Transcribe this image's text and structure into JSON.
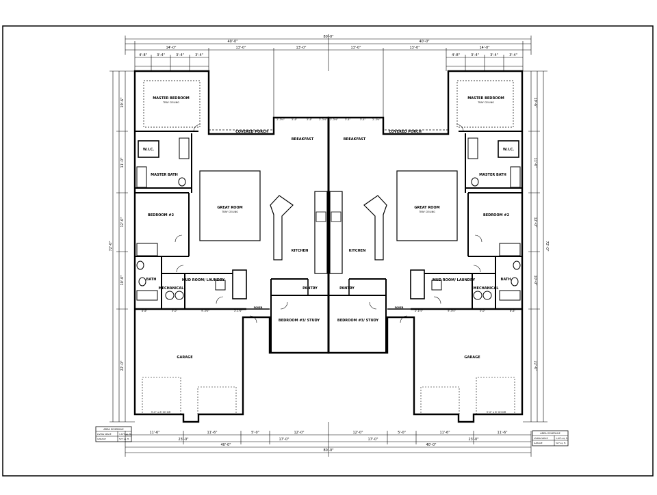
{
  "plan": {
    "overall_top": "80'-0\"",
    "overall_bottom": "80'-0\"",
    "half_width": "40'-0\"",
    "top_segments_left": [
      "14'-0\"",
      "13'-0\"",
      "13'-0\""
    ],
    "top_segments_right": [
      "13'-0\"",
      "13'-0\"",
      "14'-0\""
    ],
    "top_small_left": [
      "4'-8\"",
      "3'-4\"",
      "3'-4\"",
      "3'-4\""
    ],
    "top_small_right": [
      "4'-8\"",
      "3'-4\"",
      "3'-4\"",
      "3'-4\""
    ],
    "porch_dims": [
      "2'-3½\"",
      "3'-4\"",
      "3'-4\"",
      "2'-3½\""
    ],
    "bottom_segments_left": [
      "11'-6\"",
      "11'-6\"",
      "5'-0\"",
      "12'-0\""
    ],
    "bottom_segments_right": [
      "12'-0\"",
      "5'-0\"",
      "11'-6\"",
      "11'-6\""
    ],
    "bottom_mid_left": [
      "23'-0\"",
      "17'-0\""
    ],
    "bottom_mid_right": [
      "17'-0\"",
      "23'-0\""
    ],
    "side_dims_left": [
      "19'-6\"",
      "11'-0\"",
      "12'-0\"",
      "10'-0\"",
      "22'-0\""
    ],
    "side_dims_right": [
      "19'-6\"",
      "11'-0\"",
      "12'-0\"",
      "10'-0\"",
      "22'-0\""
    ],
    "side_total": "72'-0\"",
    "garage_dims": [
      "6'-6\"",
      "5'-0\"",
      "9'-3½\"",
      "2'-1½\""
    ],
    "garage_door_note": "9'-0\" x 8' OH DR"
  },
  "rooms": {
    "master_bedroom": "MASTER BEDROOM",
    "master_bedroom_note": "TRAY CEILING",
    "wic": "W.I.C.",
    "master_bath": "MASTER BATH",
    "covered_porch": "COVERED PORCH",
    "breakfast": "BREAKFAST",
    "great_room": "GREAT ROOM",
    "great_room_note": "TRAY CEILING",
    "bedroom2": "BEDROOM #2",
    "kitchen": "KITCHEN",
    "bath": "BATH",
    "mud_room": "MUD ROOM/ LAUNDRY",
    "mechanical": "MECHANICAL",
    "pantry": "PANTRY",
    "bedroom3": "BEDROOM #3/ STUDY",
    "foyer": "FOYER",
    "garage": "GARAGE"
  },
  "area_table": {
    "title": "AREA SCHEDULE",
    "rows": [
      {
        "label": "LIVING SPACE",
        "value": "1,675 sq. ft."
      },
      {
        "label": "GARAGE",
        "value": "527 sq. ft."
      }
    ]
  }
}
